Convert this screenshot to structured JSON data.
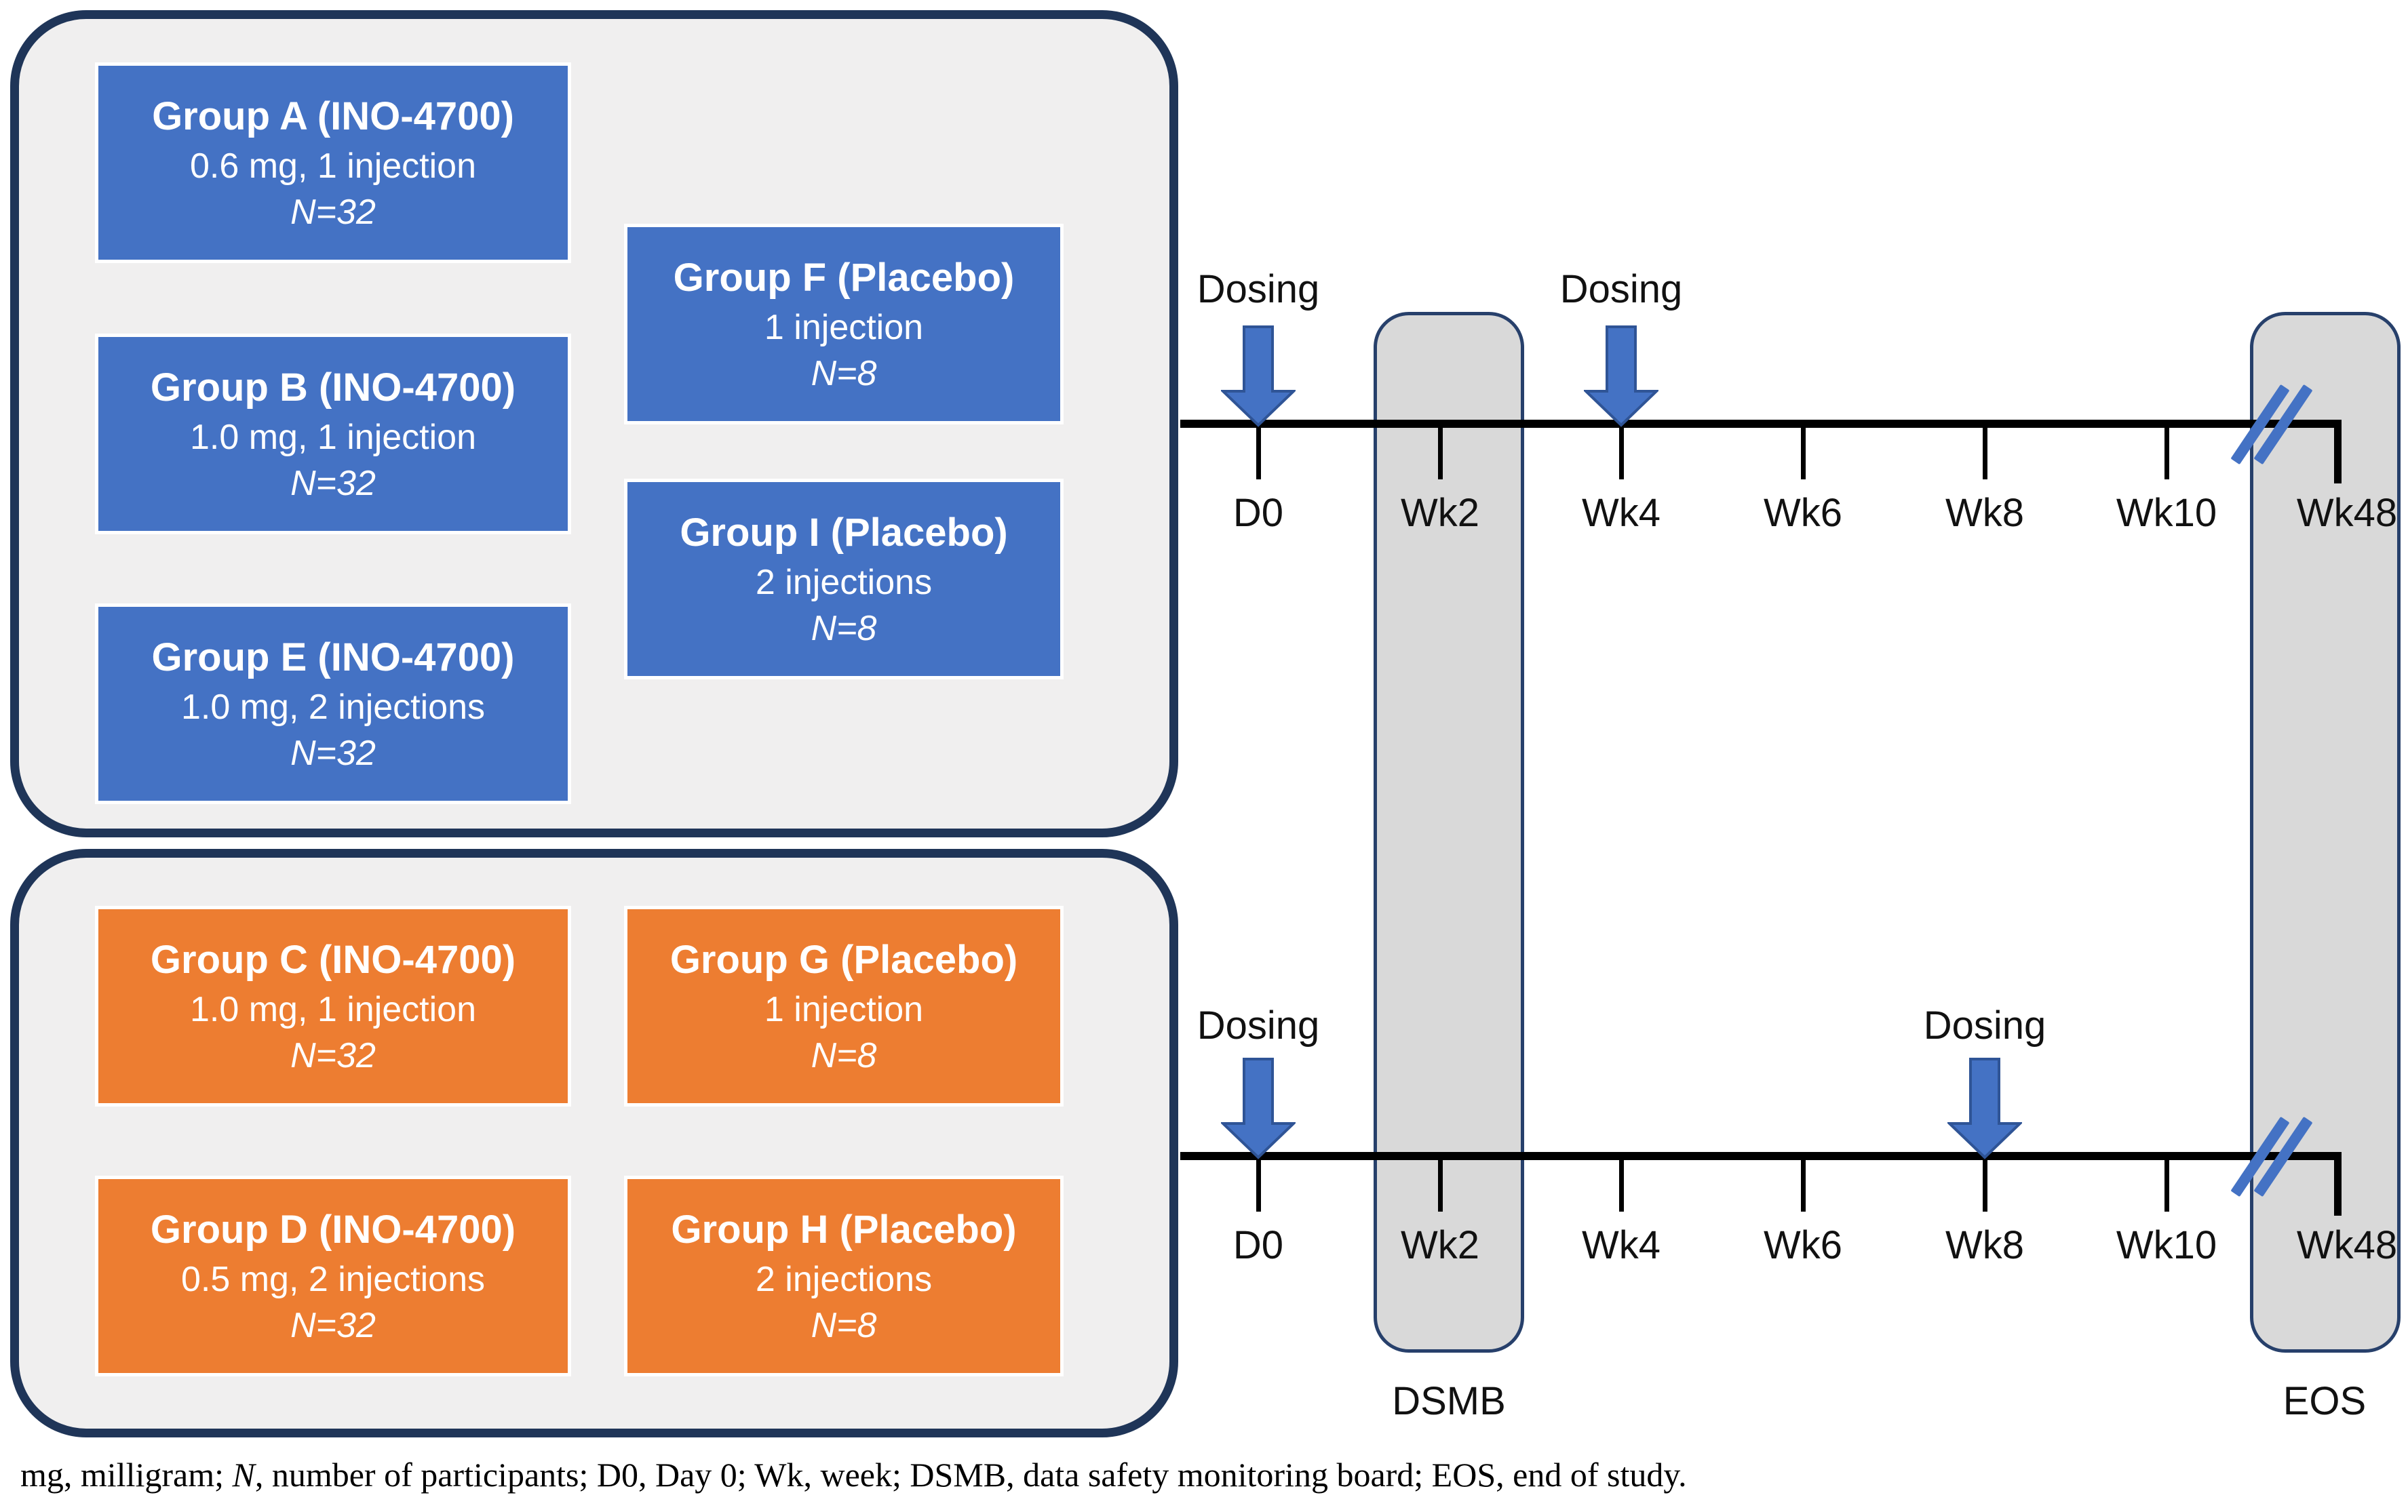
{
  "colors": {
    "blue": "#4472C4",
    "orange": "#ED7D31",
    "navy": "#1F3558",
    "panel_fill": "#F0EFEF",
    "bar_fill": "#D9D9D9",
    "bar_border": "#27406B",
    "arrow_fill": "#4472C4",
    "arrow_border": "#2F5496",
    "break_mark": "#4472C4"
  },
  "groups": {
    "a": {
      "title": "Group A (INO-4700)",
      "dose": "0.6 mg, 1 injection",
      "n": "N=32"
    },
    "b": {
      "title": "Group B (INO-4700)",
      "dose": "1.0 mg, 1 injection",
      "n": "N=32"
    },
    "e": {
      "title": "Group E (INO-4700)",
      "dose": "1.0 mg, 2 injections",
      "n": "N=32"
    },
    "f": {
      "title": "Group F (Placebo)",
      "dose": "1 injection",
      "n": "N=8"
    },
    "i": {
      "title": "Group I (Placebo)",
      "dose": "2 injections",
      "n": "N=8"
    },
    "c": {
      "title": "Group C (INO-4700)",
      "dose": "1.0 mg, 1 injection",
      "n": "N=32"
    },
    "d": {
      "title": "Group D (INO-4700)",
      "dose": "0.5 mg, 2 injections",
      "n": "N=32"
    },
    "g": {
      "title": "Group G (Placebo)",
      "dose": "1 injection",
      "n": "N=8"
    },
    "h": {
      "title": "Group H (Placebo)",
      "dose": "2 injections",
      "n": "N=8"
    }
  },
  "timeline_top": {
    "dosing_d0": "Dosing",
    "dosing_wk4": "Dosing",
    "ticks": [
      "D0",
      "Wk2",
      "Wk4",
      "Wk6",
      "Wk8",
      "Wk10",
      "Wk48"
    ]
  },
  "timeline_bottom": {
    "dosing_d0": "Dosing",
    "dosing_wk8": "Dosing",
    "ticks": [
      "D0",
      "Wk2",
      "Wk4",
      "Wk6",
      "Wk8",
      "Wk10",
      "Wk48"
    ]
  },
  "bars": {
    "dsmb": "DSMB",
    "eos": "EOS"
  },
  "footer": {
    "lead": "mg, milligram; ",
    "n_italic": "N",
    "rest": ", number of participants; D0, Day 0; Wk, week; DSMB, data safety monitoring board; EOS, end of study."
  }
}
